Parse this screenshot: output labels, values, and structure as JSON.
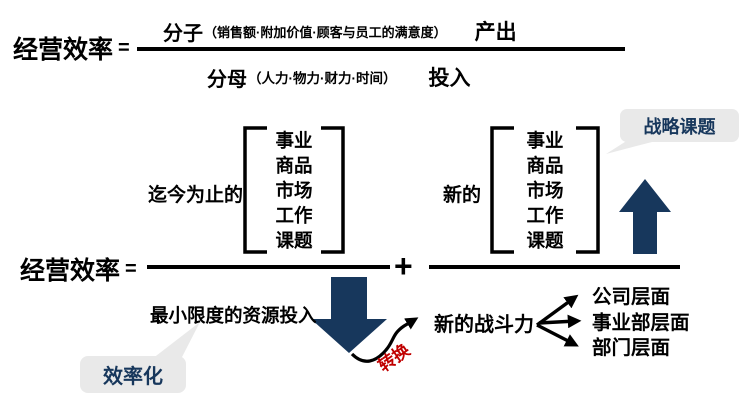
{
  "colors": {
    "navy": "#17375C",
    "red": "#C00000",
    "ink": "#000000",
    "callout_bg": "#E9E9E9"
  },
  "formula_top": {
    "label": "经营效率",
    "equals": "=",
    "numerator": {
      "term": "分子",
      "detail": "（销售额·附加价值·顾客与员工的满意度）",
      "tag": "产出"
    },
    "denominator": {
      "term": "分母",
      "detail": "（人力·物力·财力·时间）",
      "tag": "投入"
    }
  },
  "formula_main": {
    "label": "经营效率",
    "equals": "=",
    "plus": "+",
    "existing_group": {
      "prefix": "迄今为止的",
      "items": [
        "事业",
        "商品",
        "市场",
        "工作",
        "课题"
      ]
    },
    "new_group": {
      "prefix": "新的",
      "items": [
        "事业",
        "商品",
        "市场",
        "工作",
        "课题"
      ]
    },
    "denominator": "最小限度的资源投入"
  },
  "callouts": {
    "strategy": "战略课题",
    "efficiency": "效率化"
  },
  "transition": {
    "label": "转换",
    "result": "新的战斗力",
    "levels": [
      "公司层面",
      "事业部层面",
      "部门层面"
    ]
  }
}
